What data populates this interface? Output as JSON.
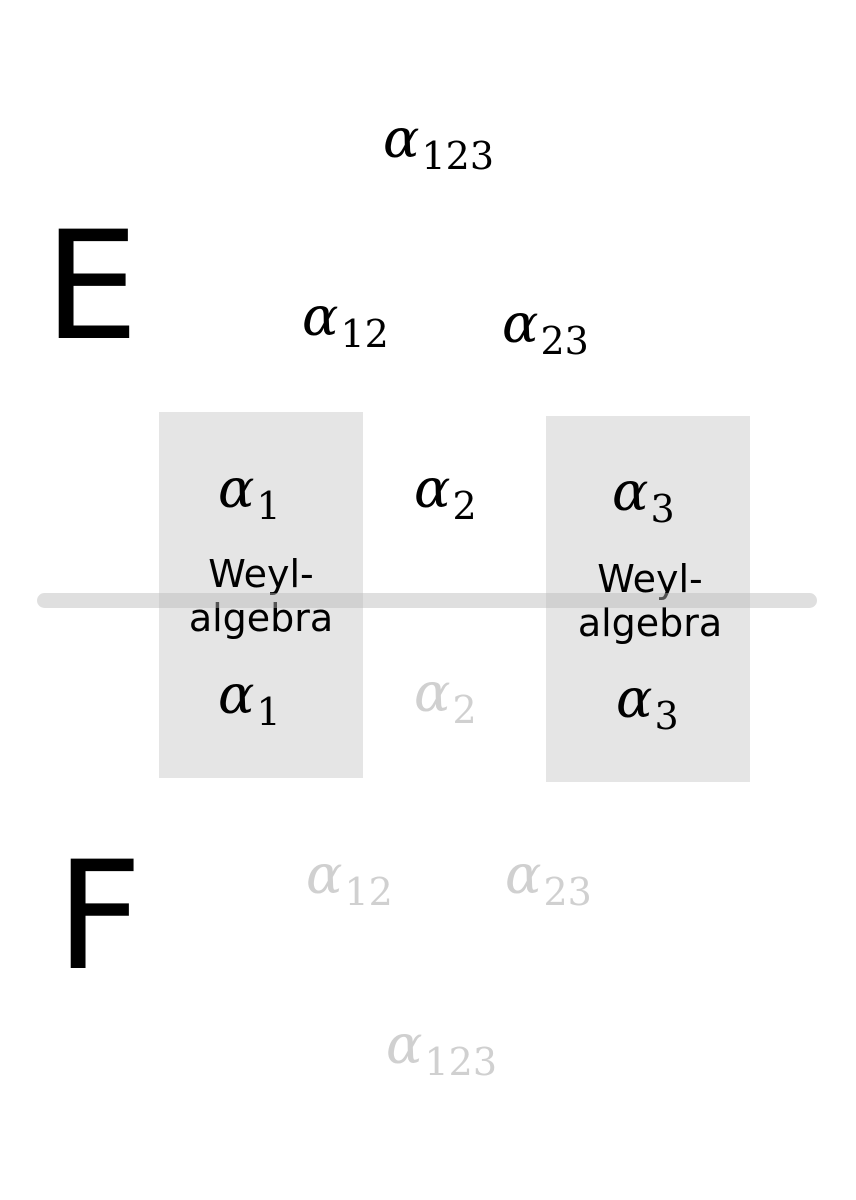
{
  "letters": {
    "top": "E",
    "bottom": "F"
  },
  "weyl_boxes": {
    "left": {
      "line1": "Weyl-",
      "line2": "algebra"
    },
    "right": {
      "line1": "Weyl-",
      "line2": "algebra"
    }
  },
  "roots": {
    "symbol": "α",
    "top_row3": {
      "subscript": "123"
    },
    "top_row2": [
      {
        "subscript": "12"
      },
      {
        "subscript": "23"
      }
    ],
    "top_row1": [
      {
        "subscript": "1"
      },
      {
        "subscript": "2"
      },
      {
        "subscript": "3"
      }
    ],
    "bottom_row1": [
      {
        "subscript": "1"
      },
      {
        "subscript": "2"
      },
      {
        "subscript": "3"
      }
    ],
    "bottom_row2": [
      {
        "subscript": "12"
      },
      {
        "subscript": "23"
      }
    ],
    "bottom_row3": {
      "subscript": "123"
    }
  },
  "colors": {
    "box_fill": "#e5e5e5",
    "divider": "#b9b9b9",
    "faded_text": "#d0d0d0",
    "text": "#000000"
  }
}
